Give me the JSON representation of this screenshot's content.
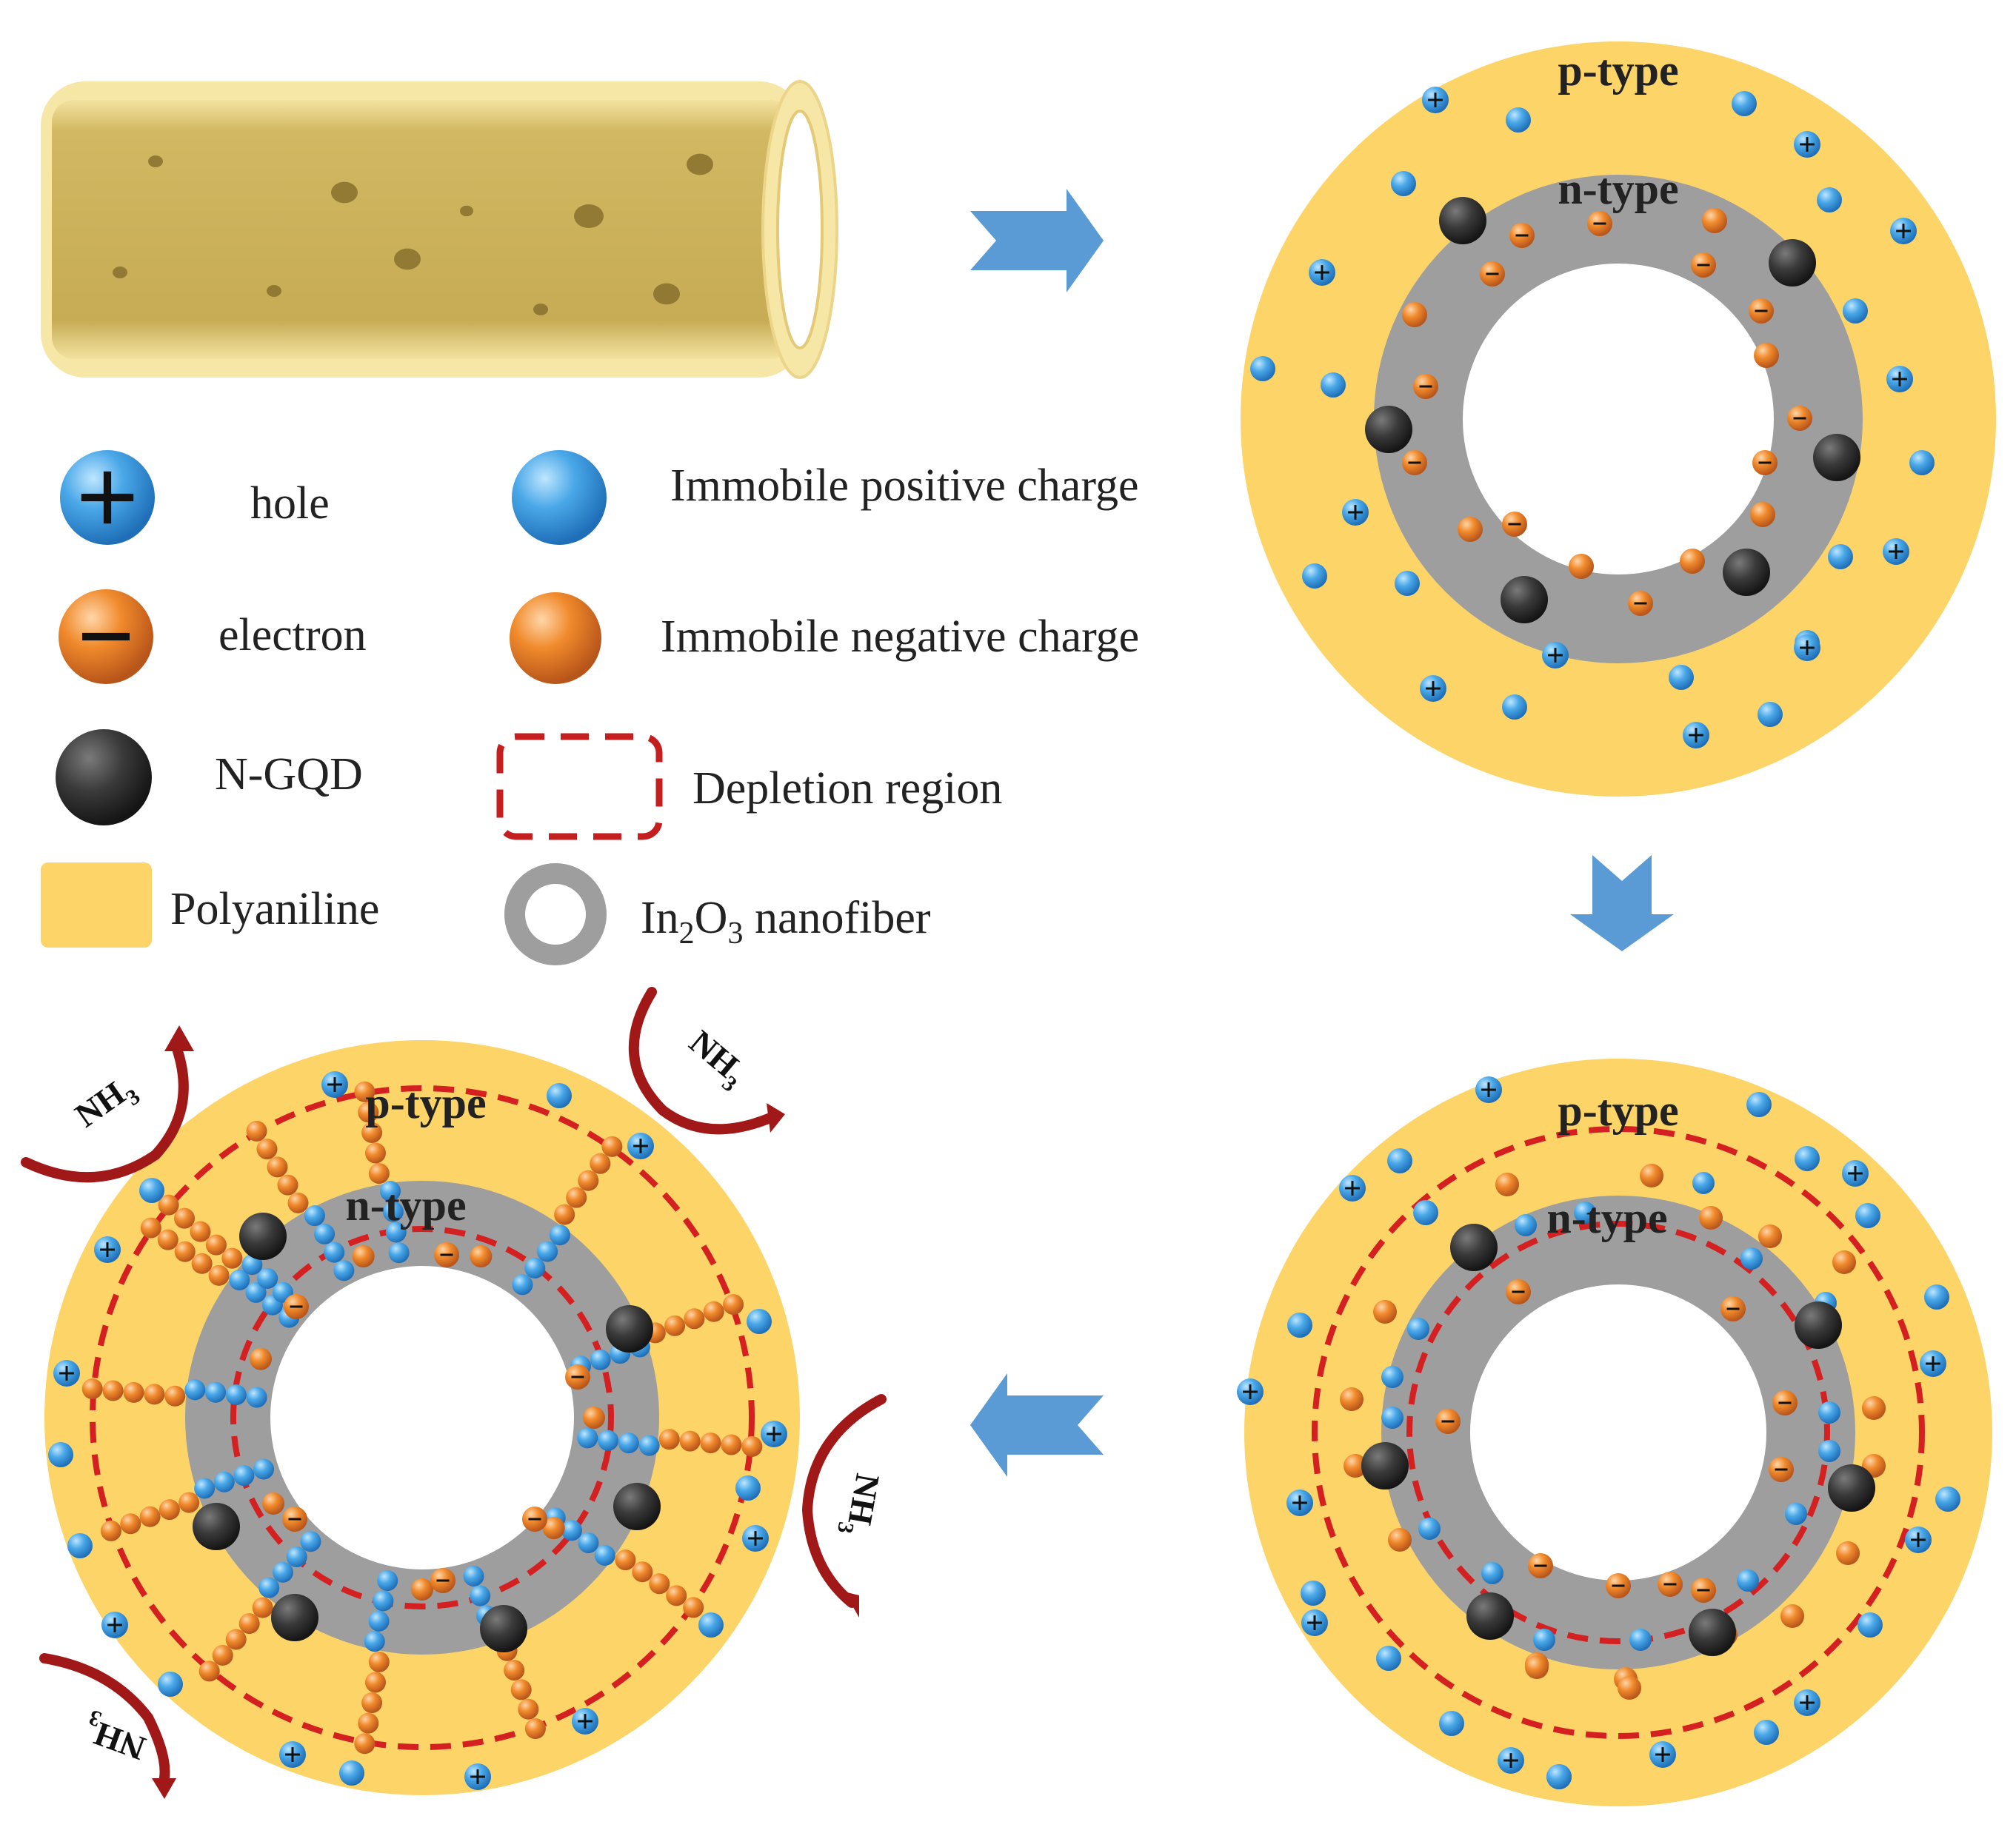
{
  "legend": {
    "hole_label": "hole",
    "electron_label": "electron",
    "ngqd_label": "N-GQD",
    "polyaniline_label": "Polyaniline",
    "immobile_positive_label": "Immobile positive charge",
    "immobile_negative_label": "Immobile negative charge",
    "depletion_label": "Depletion region",
    "nanofiber_label_main": "In",
    "nanofiber_label_sub1": "2",
    "nanofiber_label_o": "O",
    "nanofiber_label_sub2": "3",
    "nanofiber_label_rest": " nanofiber"
  },
  "panels": {
    "top_right": {
      "p_label": "p-type",
      "n_label": "n-type"
    },
    "bottom_right": {
      "p_label": "p-type",
      "n_label": "n-type"
    },
    "bottom_left": {
      "p_label": "p-type",
      "n_label": "n-type"
    }
  },
  "gas": {
    "main": "NH",
    "sub": "3"
  },
  "colors": {
    "polyaniline": "#FCD468",
    "nanofiber": "#9E9E9E",
    "ngqd": "#3A3A3A",
    "hole_blue": "#4AA8E8",
    "electron_orange": "#F08A2C",
    "depletion": "#D42020",
    "arrow_blue": "#5B9BD5",
    "nh3_arrow": "#A01818",
    "tube_body": "#C9AE5A"
  }
}
